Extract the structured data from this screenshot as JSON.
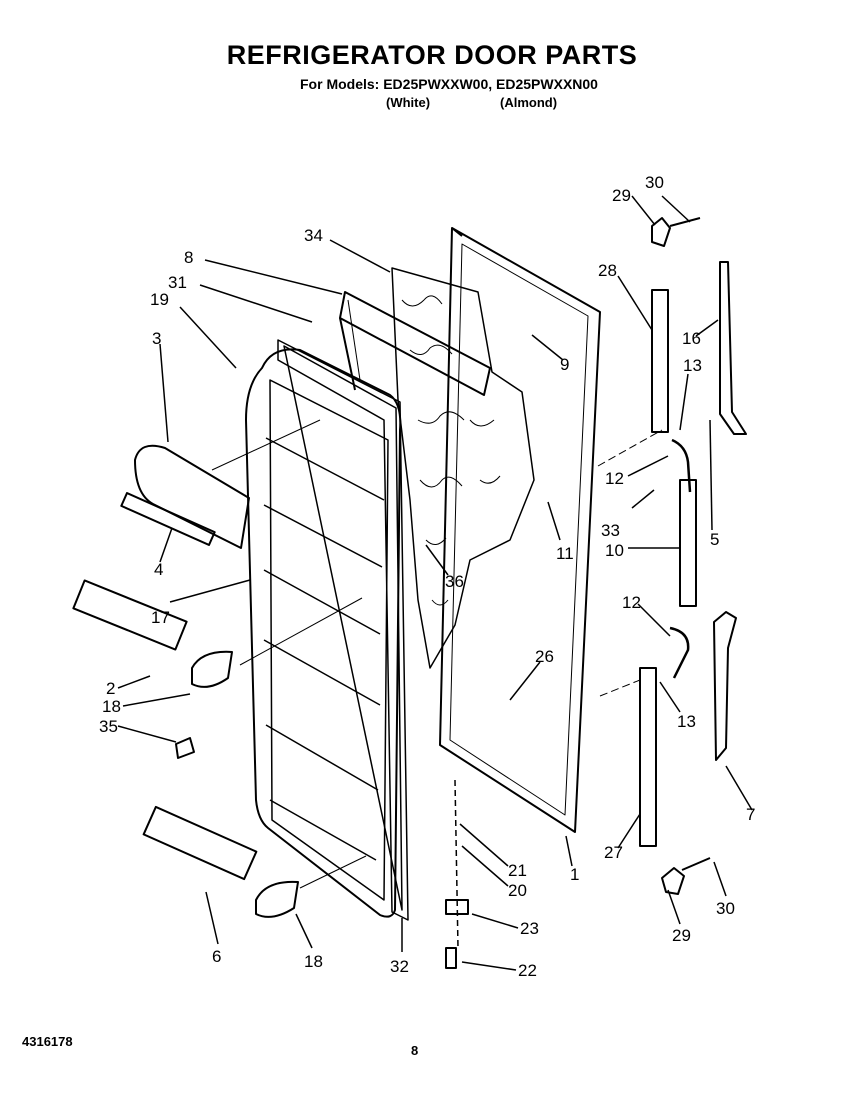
{
  "header": {
    "title": "REFRIGERATOR DOOR PARTS",
    "models_line": "For Models: ED25PWXXW00, ED25PWXXN00",
    "variant_white": "(White)",
    "variant_almond": "(Almond)"
  },
  "callouts": [
    "34",
    "8",
    "31",
    "19",
    "3",
    "9",
    "29",
    "30",
    "28",
    "16",
    "13",
    "12",
    "33",
    "10",
    "5",
    "11",
    "36",
    "4",
    "17",
    "12",
    "26",
    "2",
    "18",
    "35",
    "13",
    "7",
    "27",
    "21",
    "20",
    "23",
    "22",
    "30",
    "29",
    "6",
    "18",
    "32",
    "1"
  ],
  "footer": {
    "part_number": "4316178",
    "page_number": "8"
  },
  "colors": {
    "ink": "#000000",
    "paper": "#ffffff"
  }
}
